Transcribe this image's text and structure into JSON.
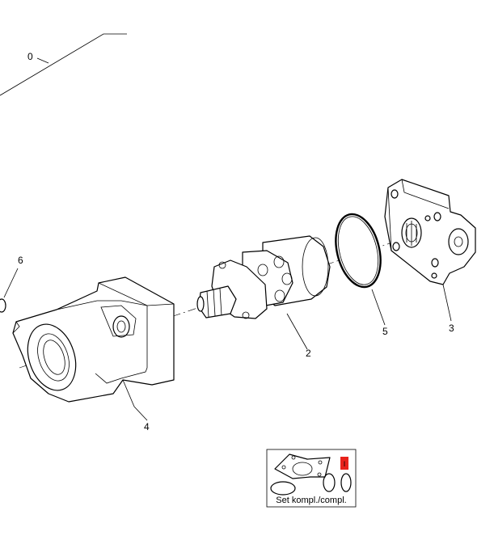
{
  "diagram": {
    "callouts": [
      {
        "id": "0",
        "label": "0"
      },
      {
        "id": "2",
        "label": "2"
      },
      {
        "id": "3",
        "label": "3"
      },
      {
        "id": "4",
        "label": "4"
      },
      {
        "id": "5",
        "label": "5"
      },
      {
        "id": "6",
        "label": "6"
      }
    ],
    "kit_box": {
      "caption": "Set kompl./compl.",
      "marker_label": "I",
      "marker_color": "#e8221b"
    }
  }
}
